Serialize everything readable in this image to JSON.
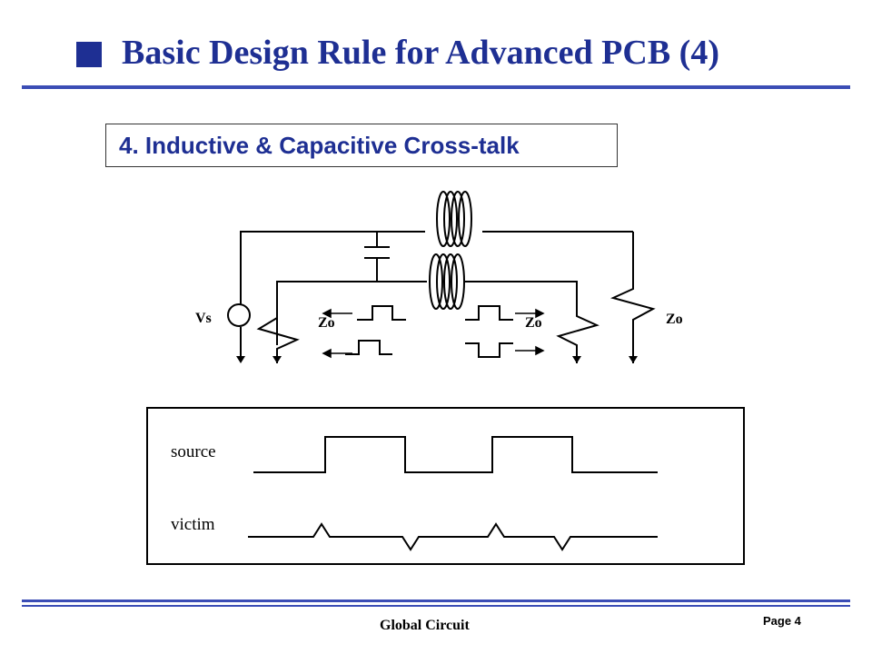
{
  "slide": {
    "title": "Basic Design Rule for Advanced PCB (4)",
    "subtitle": "4. Inductive & Capacitive Cross-talk"
  },
  "circuit": {
    "source_label": "Vs",
    "impedance_labels": [
      "Zo",
      "Zo",
      "Zo"
    ]
  },
  "waveforms": {
    "source_label": "source",
    "victim_label": "victim"
  },
  "footer": {
    "company": "Global  Circuit",
    "page": "Page 4"
  },
  "colors": {
    "accent": "#1e2f93",
    "rule": "#3b4db5",
    "line": "#000000"
  }
}
